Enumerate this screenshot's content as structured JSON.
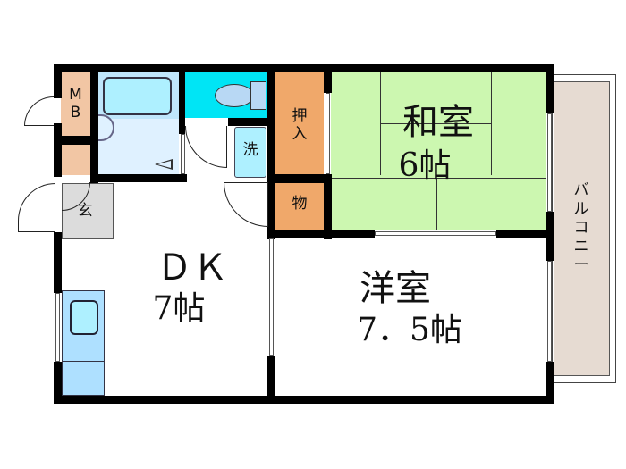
{
  "colors": {
    "wall": "#000000",
    "storage": "#f0a86a",
    "mb": "#f2c6a4",
    "bath": "#dff1ff",
    "bathtub": "#aef0ff",
    "toilet_room": "#00e5f5",
    "toilet": "#b8d8f4",
    "washer": "#aef0ff",
    "washitsu": "#ccf7b0",
    "genkan": "#dcdcdc",
    "kitchen": "#aee0ff",
    "sink": "#aef0ff",
    "balcony": "#e6dbd2",
    "floor": "#ffffff"
  },
  "rooms": {
    "mb": {
      "label": "M\nB"
    },
    "oshiire": {
      "label": "押\n入"
    },
    "mono": {
      "label": "物"
    },
    "washitsu": {
      "name": "和室",
      "size": "6帖"
    },
    "dk": {
      "name": "ＤＫ",
      "size": "7帖"
    },
    "youshitsu": {
      "name": "洋室",
      "size": "7．5帖"
    },
    "sentaku": {
      "label": "洗"
    },
    "genkan": {
      "label": "玄"
    },
    "balcony": {
      "label": "バ\nル\nコ\nニ\nー"
    }
  }
}
